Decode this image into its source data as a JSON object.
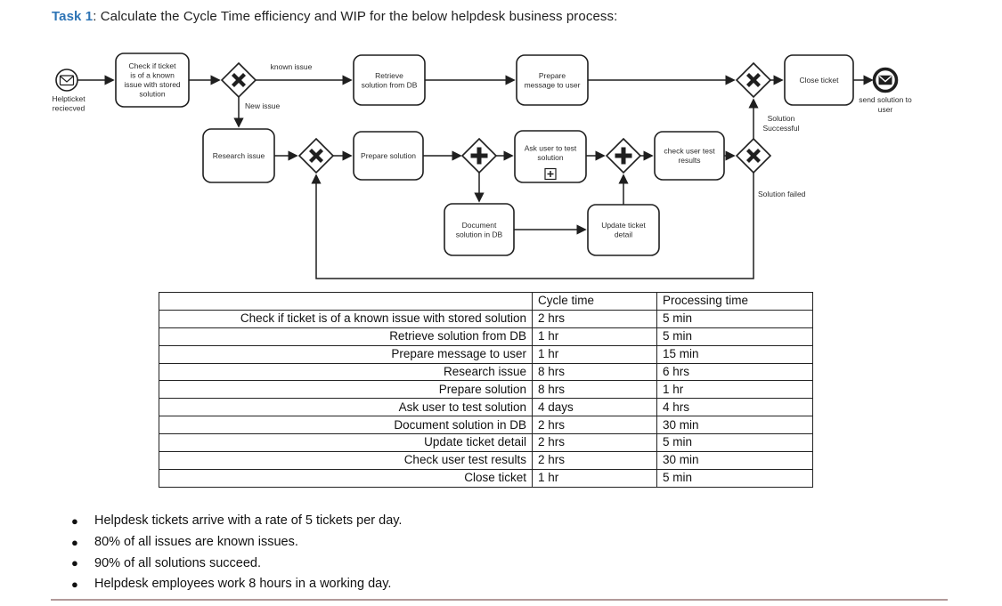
{
  "title": {
    "task_label": "Task 1",
    "rest": ": Calculate the Cycle Time efficiency and WIP for the below helpdesk business process:"
  },
  "diagram": {
    "start_event_label": {
      "line1": "Helpticket",
      "line2": "reciecved"
    },
    "end_event_label": {
      "line1": "send solution to",
      "line2": "user"
    },
    "tasks": {
      "check_known": {
        "line1": "Check if ticket",
        "line2": "is of a known",
        "line3": "issue with stored",
        "line4": "solution"
      },
      "retrieve": {
        "line1": "Retrieve",
        "line2": "solution from DB"
      },
      "prepare_message": {
        "line1": "Prepare",
        "line2": "message to user"
      },
      "close_ticket": {
        "line1": "Close ticket"
      },
      "research": {
        "line1": "Research issue"
      },
      "prepare_solution": {
        "line1": "Prepare solution"
      },
      "ask_user": {
        "line1": "Ask user to test",
        "line2": "solution"
      },
      "check_results": {
        "line1": "check user test",
        "line2": "results"
      },
      "document_solution": {
        "line1": "Document",
        "line2": "solution in DB"
      },
      "update_ticket": {
        "line1": "Update ticket",
        "line2": "detail"
      }
    },
    "edge_labels": {
      "known_issue": "known issue",
      "new_issue": "New issue",
      "solution_successful_1": "Solution",
      "solution_successful_2": "Successful",
      "solution_failed": "Solution failed"
    }
  },
  "table": {
    "headers": {
      "col1": "",
      "col2": "Cycle time",
      "col3": "Processing time"
    },
    "rows": [
      [
        "Check if ticket is of a known issue with stored solution",
        "2 hrs",
        "5 min"
      ],
      [
        "Retrieve solution from DB",
        "1 hr",
        "5 min"
      ],
      [
        "Prepare message to user",
        "1 hr",
        "15 min"
      ],
      [
        "Research issue",
        "8 hrs",
        "6 hrs"
      ],
      [
        "Prepare solution",
        "8 hrs",
        "1 hr"
      ],
      [
        "Ask user to test solution",
        "4 days",
        "4 hrs"
      ],
      [
        "Document solution in DB",
        "2 hrs",
        "30 min"
      ],
      [
        "Update ticket detail",
        "2 hrs",
        "5 min"
      ],
      [
        "Check user test results",
        "2 hrs",
        "30 min"
      ],
      [
        "Close ticket",
        "1 hr",
        "5 min"
      ]
    ]
  },
  "bullets": [
    "Helpdesk tickets arrive with a rate of 5 tickets per day.",
    "80% of all issues are known issues.",
    "90% of all solutions succeed.",
    "Helpdesk employees work 8 hours in a working day."
  ]
}
